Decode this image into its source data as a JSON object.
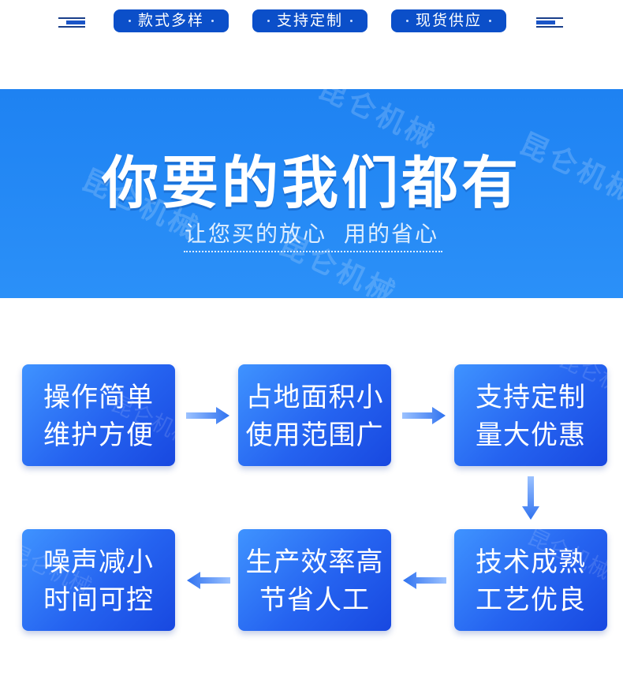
{
  "tags": [
    "款式多样",
    "支持定制",
    "现货供应"
  ],
  "hero": {
    "title": "你要的我们都有",
    "subtitle_a": "让您买的放心",
    "subtitle_b": "用的省心",
    "watermark": "昆仑机械"
  },
  "cards": [
    {
      "line1": "操作简单",
      "line2": "维护方便"
    },
    {
      "line1": "占地面积小",
      "line2": "使用范围广"
    },
    {
      "line1": "支持定制",
      "line2": "量大优惠"
    },
    {
      "line1": "技术成熟",
      "line2": "工艺优良"
    },
    {
      "line1": "生产效率高",
      "line2": "节省人工"
    },
    {
      "line1": "噪声减小",
      "line2": "时间可控"
    }
  ],
  "colors": {
    "tag": "#0b4fc9",
    "hero": "#2589f5",
    "card": "#2563f0",
    "arrow": "#2f72f0"
  },
  "icons": [
    "arrow-right-icon",
    "arrow-down-icon",
    "arrow-left-icon"
  ]
}
